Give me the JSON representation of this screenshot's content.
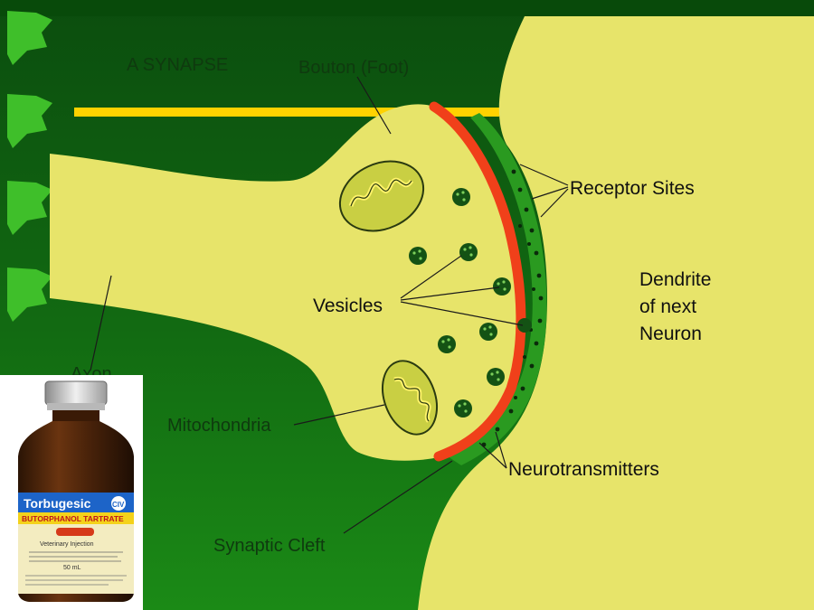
{
  "diagram": {
    "title": "A SYNAPSE",
    "labels": {
      "bouton": "Bouton (Foot)",
      "receptor_sites": "Receptor Sites",
      "dendrite_line1": "Dendrite",
      "dendrite_line2": "of next",
      "dendrite_line3": "Neuron",
      "vesicles": "Vesicles",
      "axon": "Axon",
      "mitochondria": "Mitochondria",
      "neurotransmitters": "Neurotransmitters",
      "synaptic_cleft": "Synaptic Cleft"
    },
    "colors": {
      "background_dark": "#0d5a10",
      "background_mid": "#1f8f18",
      "neuron_fill": "#e7e46a",
      "membrane": "#f0401a",
      "cleft": "#2a9a20",
      "vesicle": "#145214",
      "bar": "#ffd200"
    }
  },
  "bottle": {
    "brand": "Torbugesic",
    "class_badge": "CIV",
    "drug": "BUTORPHANOL TARTRATE",
    "use": "Veterinary Injection",
    "volume": "50 mL"
  }
}
